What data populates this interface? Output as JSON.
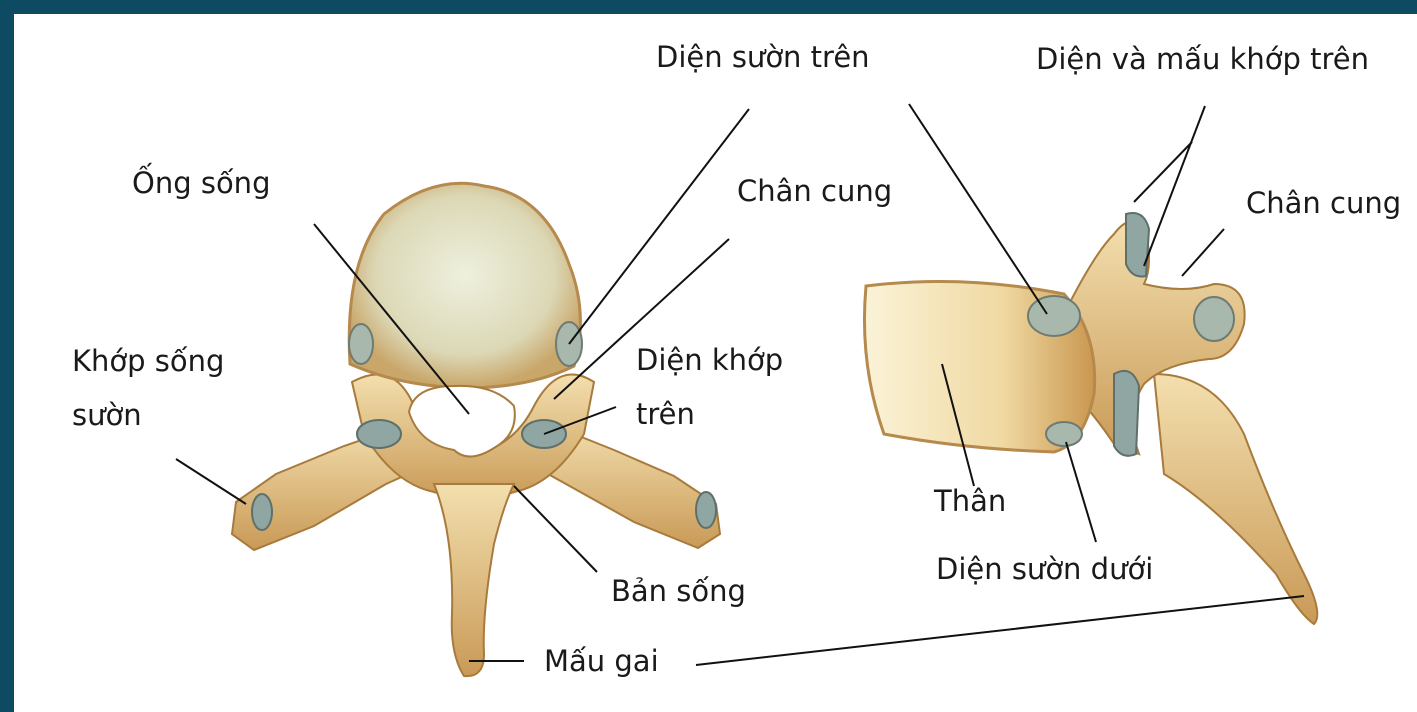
{
  "colors": {
    "frame": "#0f4a63",
    "background": "#ffffff",
    "bone": "#e3c58a",
    "bone_dark": "#b6894c",
    "facet": "#8fa6a2",
    "line": "#111111"
  },
  "labels": {
    "ong_song": "Ống sống",
    "dien_suon_tren": "Diện sườn trên",
    "chan_cung_left": "Chân cung",
    "khop_song_suon_1": "Khớp sống",
    "khop_song_suon_2": "sườn",
    "dien_khop_tren_1": "Diện khớp",
    "dien_khop_tren_2": "trên",
    "ban_song": "Bản sống",
    "mau_gai": "Mấu gai",
    "dien_va_mau_khop_tren": "Diện và mấu khớp trên",
    "chan_cung_right": "Chân cung",
    "than": "Thân",
    "dien_suon_duoi": "Diện sườn dưới"
  }
}
